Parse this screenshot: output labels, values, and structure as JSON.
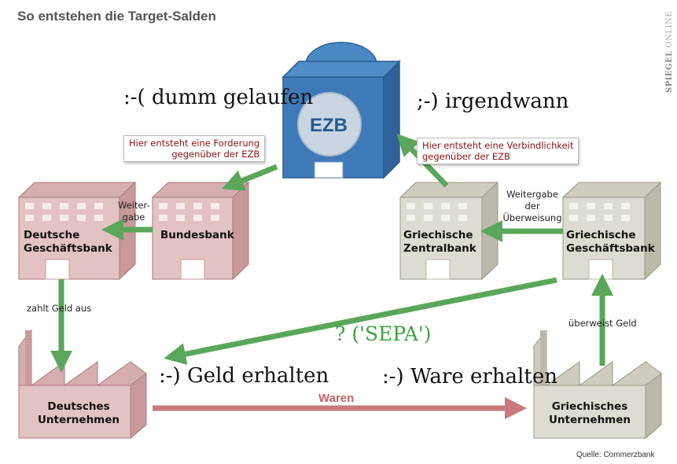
{
  "title": "So entstehen die Target-Salden",
  "brand": {
    "bold": "SPIEGEL",
    "rest": " ONLINE"
  },
  "ezb_label": "EZB",
  "handwritten": {
    "left_top": ":-( dumm gelaufen",
    "right_top": ";-) irgendwann",
    "sepa": "? ('SEPA')",
    "geld": ":-) Geld erhalten",
    "ware": ":-) Ware erhalten"
  },
  "notes": {
    "forderung": [
      "Hier entsteht eine Forderung",
      "gegenüber der EZB"
    ],
    "verbindlichkeit": [
      "Hier entsteht eine Verbindlichkeit",
      "gegenüber der EZB"
    ]
  },
  "banks": {
    "deutsche_geschaeftsbank": [
      "Deutsche",
      "Geschäftsbank"
    ],
    "bundesbank": [
      "Bundesbank"
    ],
    "griechische_zentralbank": [
      "Griechische",
      "Zentralbank"
    ],
    "griechische_geschaeftsbank": [
      "Griechische",
      "Geschäftsbank"
    ]
  },
  "companies": {
    "deutsches_unternehmen": [
      "Deutsches",
      "Unternehmen"
    ],
    "griechisches_unternehmen": [
      "Griechisches",
      "Unternehmen"
    ]
  },
  "arrow_labels": {
    "weitergabe_left": [
      "Weiter-",
      "gabe"
    ],
    "weitergabe_right": [
      "Weitergabe",
      "der",
      "Überweisung"
    ],
    "zahlt": "zahlt Geld aus",
    "ueberweist": "überweist Geld",
    "waren": "Waren"
  },
  "source": "Quelle: Commerzbank",
  "colors": {
    "german_front": "#e3c2c3",
    "german_side": "#c9999b",
    "german_top": "#d6aeb0",
    "greek_front": "#dedcd2",
    "greek_side": "#bcb9ab",
    "greek_top": "#cfccbe",
    "ezb_blue": "#3f7ab8",
    "arrow_green": "#5aa65a",
    "arrow_red": "#c97a7c",
    "sepa_green": "#3fa13f"
  }
}
